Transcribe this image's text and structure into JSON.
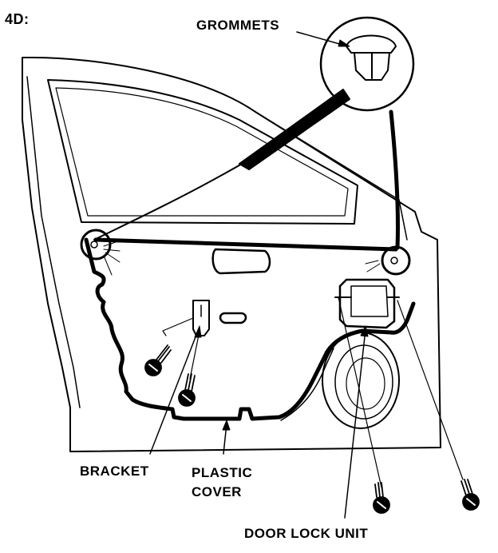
{
  "diagram": {
    "view_label": "4D:",
    "labels": {
      "grommets": "GROMMETS",
      "bracket": "BRACKET",
      "plastic_cover_line1": "PLASTIC",
      "plastic_cover_line2": "COVER",
      "door_lock_unit": "DOOR LOCK UNIT"
    },
    "colors": {
      "ink": "#000000",
      "paper": "#ffffff"
    }
  }
}
